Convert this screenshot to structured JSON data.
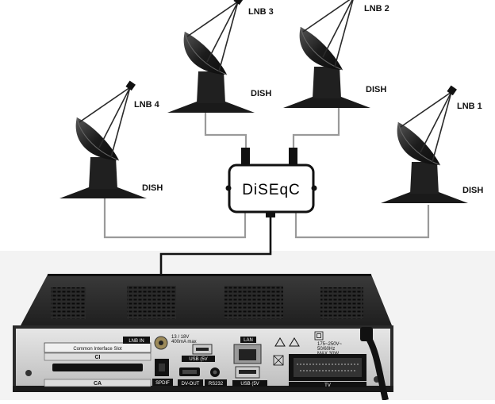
{
  "diagram": {
    "switch_label": "DiSEqC",
    "dishes": [
      {
        "lnb": "LNB 4",
        "dish": "DISH"
      },
      {
        "lnb": "LNB 3",
        "dish": "DISH"
      },
      {
        "lnb": "LNB 2",
        "dish": "DISH"
      },
      {
        "lnb": "LNB 1",
        "dish": "DISH"
      }
    ]
  },
  "receiver": {
    "lnb_in": "LNB IN",
    "lnb_power": "13 / 18V",
    "lnb_current": "400mA max",
    "common_interface": "Common Interface Slot",
    "ci": "CI",
    "ca": "CA",
    "spdif": "SPDIF",
    "usb_top": "USB (5V",
    "dv_out": "DV-OUT",
    "rs232": "RS232",
    "lan": "LAN",
    "usb_bottom": "USB (5V",
    "power_voltage": "175~250V~",
    "power_freq": "50/60Hz",
    "power_max": "MAX 30W",
    "tv": "TV"
  },
  "colors": {
    "cable": "#9a9a9a",
    "receiver_cable": "#111111",
    "dish": "#1e1e1e",
    "panel": "#d9d9d9",
    "chassis": "#2a2a2a"
  }
}
